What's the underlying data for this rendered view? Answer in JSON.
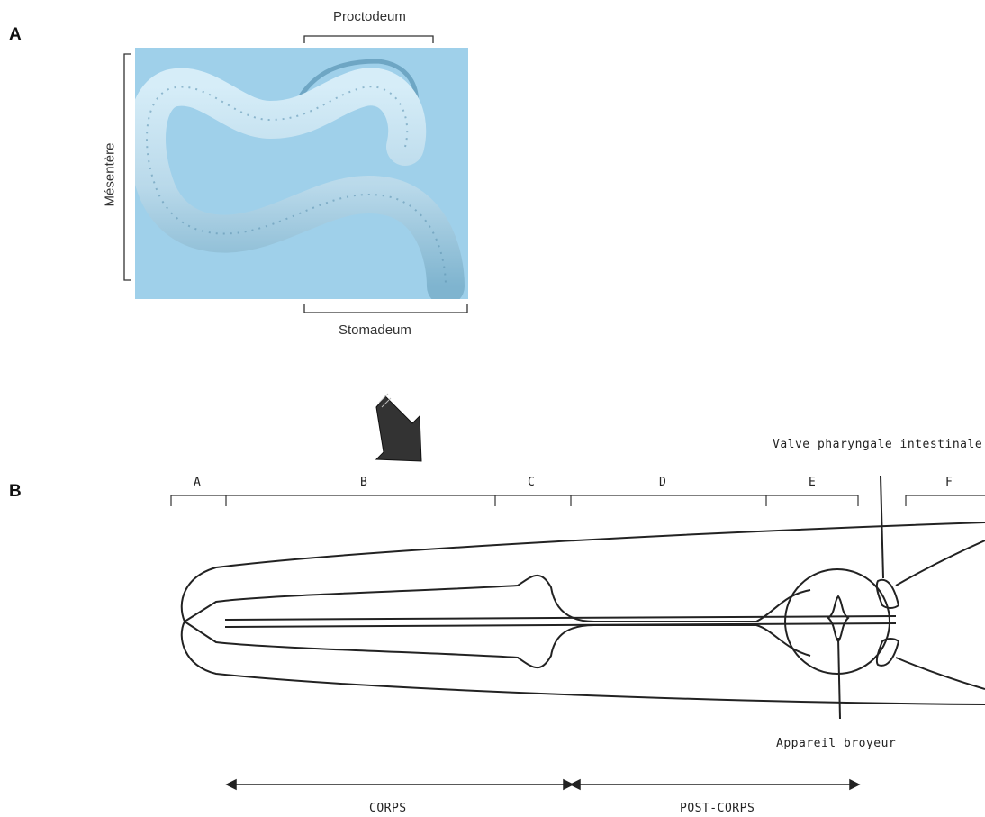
{
  "panels": {
    "a": "A",
    "b": "B"
  },
  "panel_a": {
    "top_label": "Proctodeum",
    "left_label": "Mésentère",
    "bottom_label": "Stomadeum",
    "photo_background": "#9fd0ea"
  },
  "panel_b": {
    "segments": [
      "A",
      "B",
      "C",
      "D",
      "E",
      "F"
    ],
    "valve_label": "Valve pharyngale intestinale",
    "grinder_label": "Appareil broyeur",
    "corps_label": "CORPS",
    "post_corps_label": "POST-CORPS"
  }
}
